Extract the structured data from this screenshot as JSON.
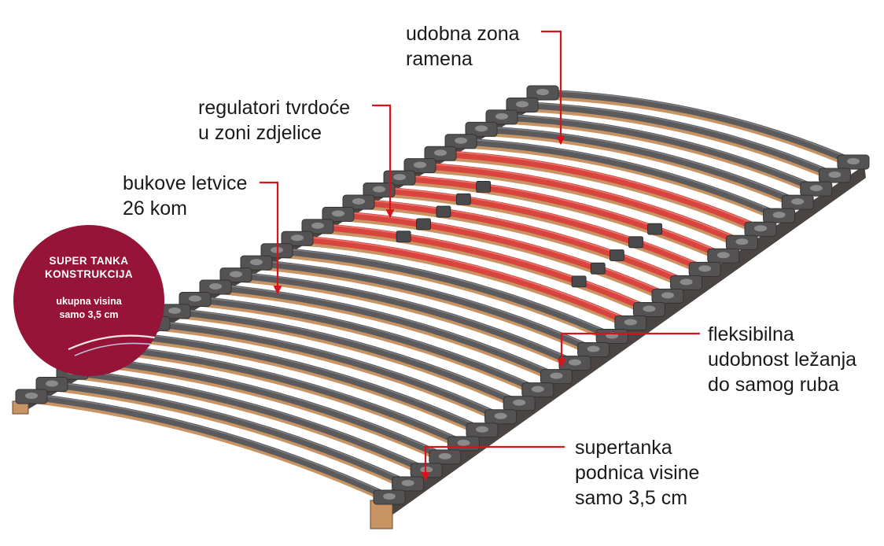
{
  "callouts": {
    "shoulder": [
      "udobna zona",
      "ramena"
    ],
    "regulators": [
      "regulatori tvrdoće",
      "u zoni zdjelice"
    ],
    "slats": [
      "bukove letvice",
      "26 kom"
    ],
    "flexible": [
      "fleksibilna",
      "udobnost ležanja",
      "do samog ruba"
    ],
    "thin": [
      "supertanka",
      "podnica visine",
      "samo 3,5 cm"
    ]
  },
  "badge": {
    "title": [
      "SUPER TANKA",
      "KONSTRUKCIJA"
    ],
    "subtitle": [
      "ukupna visina",
      "samo 3,5 cm"
    ]
  },
  "colors": {
    "arrow": "#d9131b",
    "badge": "#951438",
    "slat_gray": "#5b5b5e",
    "slat_red": "#d9453e",
    "slat_wood": "#c89464",
    "frame": "#4a4542"
  }
}
